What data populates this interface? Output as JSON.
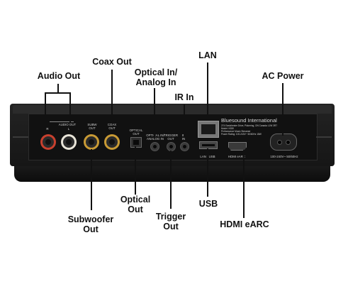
{
  "labels": {
    "audio_out": "Audio Out",
    "coax_out": "Coax Out",
    "optical_in_line1": "Optical In/",
    "optical_in_line2": "Analog In",
    "lan": "LAN",
    "ir_in": "IR In",
    "ac_power": "AC Power",
    "subwoofer_line1": "Subwoofer",
    "subwoofer_line2": "Out",
    "optical_out_line1": "Optical",
    "optical_out_line2": "Out",
    "trigger_line1": "Trigger",
    "trigger_line2": "Out",
    "usb": "USB",
    "hdmi_earc": "HDMI eARC"
  },
  "panel": {
    "audio_out": "AUDIO OUT",
    "audio_r": "R",
    "audio_l": "L",
    "subw_line1": "SUBW",
    "subw_line2": "OUT",
    "coax_line1": "COAX",
    "coax_line2": "OUT",
    "optical_line1": "OPTICAL",
    "optical_line2": "OUT",
    "optical_in_line1": "OPTICAL IN/",
    "optical_in_line2": "ANALOG IN",
    "trigger_line1": "TRIGGER",
    "trigger_line2": "OUT",
    "ir_line1": "IR",
    "ir_line2": "IN",
    "brand": "Bluesound International",
    "info1": "274 Eastchester Drive, Pickering, ON Canada L1W 3R7",
    "info2": "Model: N330",
    "info3": "Performance Music Streamer",
    "info4": "Power Rating: 100-240V~ 50/60Hz 18W",
    "lan_usb": "LAN / USB",
    "hdmi": "HDMI eARC",
    "ac": "100-240V~ 50/60Hz"
  },
  "colors": {
    "rca_red": "#c8402e",
    "rca_white": "#e8e4d8",
    "rca_gold": "#c89a35",
    "body": "#1c1c1c",
    "face": "#141414"
  }
}
